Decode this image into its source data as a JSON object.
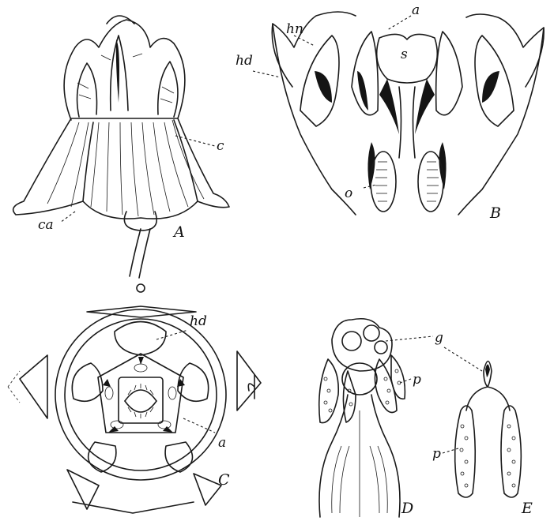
{
  "labels": {
    "A": "A",
    "B": "B",
    "C": "C",
    "D": "D",
    "E": "E",
    "c": "c",
    "ca": "ca",
    "hn": "hn",
    "hd_B": "hd",
    "a_B": "a",
    "s": "s",
    "o": "o",
    "hd_C": "hd",
    "a_C": "a",
    "g": "g",
    "p_D": "p",
    "p_E": "p"
  },
  "colors": {
    "ink": "#1a1a1a",
    "paper": "#ffffff"
  }
}
